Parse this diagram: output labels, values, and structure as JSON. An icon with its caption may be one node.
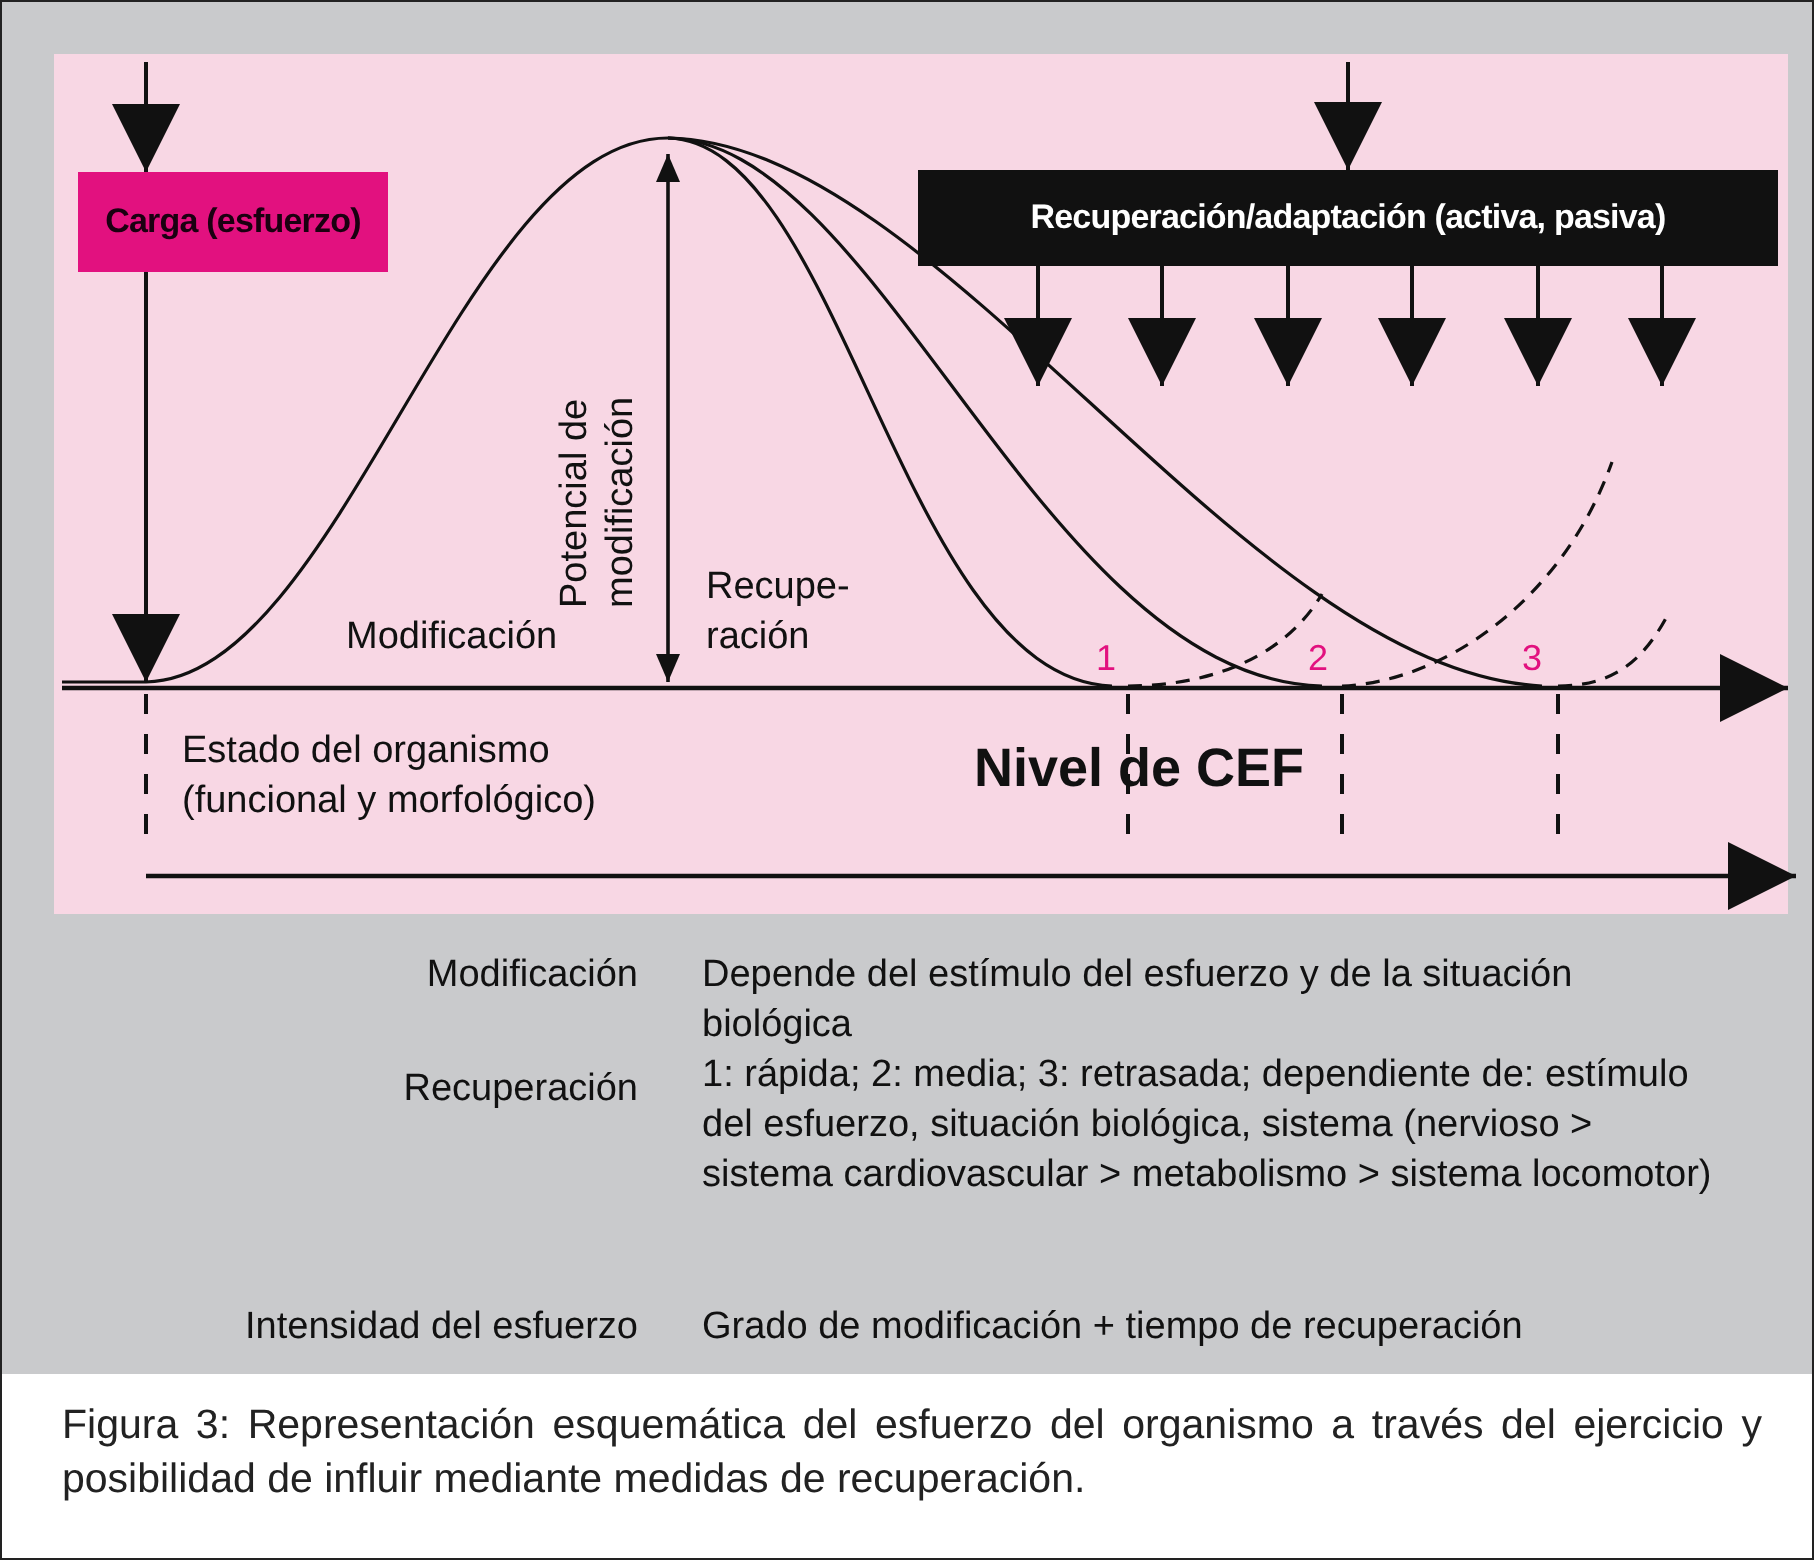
{
  "diagram": {
    "caption": "Figura 3: Representación esquemática del esfuerzo del organismo a través del ejercicio y posibilidad de influir mediante medidas de recuperación.",
    "nodes": [
      {
        "text": [
          "Carga (esfuerzo)"
        ]
      },
      {
        "text": [
          "Recuperación/adaptación (activa, pasiva)"
        ]
      }
    ],
    "edges": [
      {
        "from": null,
        "to": 0,
        "arrow": "to"
      },
      {
        "from": 0,
        "to": null,
        "arrow": "to"
      },
      {
        "from": null,
        "to": 1,
        "arrow": "to"
      },
      {
        "from": 1,
        "to": null,
        "arrow": "to"
      },
      {
        "from": 1,
        "to": null,
        "arrow": "to"
      },
      {
        "from": 1,
        "to": null,
        "arrow": "to"
      },
      {
        "from": 1,
        "to": null,
        "arrow": "to"
      },
      {
        "from": 1,
        "to": null,
        "arrow": "to"
      },
      {
        "from": 1,
        "to": null,
        "arrow": "to"
      }
    ],
    "labels": [
      "Potencial de modificación",
      "Modificación",
      "Recupe- ración",
      "1",
      "2",
      "3",
      "Estado del organismo (funcional y morfológico)",
      "Nivel de CEF",
      "Modificación",
      "Depende del estímulo del esfuerzo y de la situación biológica",
      "Recuperación",
      "1: rápida; 2: media; 3: retrasada; dependiente de: estímulo del esfuerzo, situación biológica, sistema (nervioso > sistema cardiovascular > metabolismo > sistema locomotor)",
      "Intensidad del esfuerzo",
      "Grado de modificación + tiempo de recuperación"
    ]
  }
}
